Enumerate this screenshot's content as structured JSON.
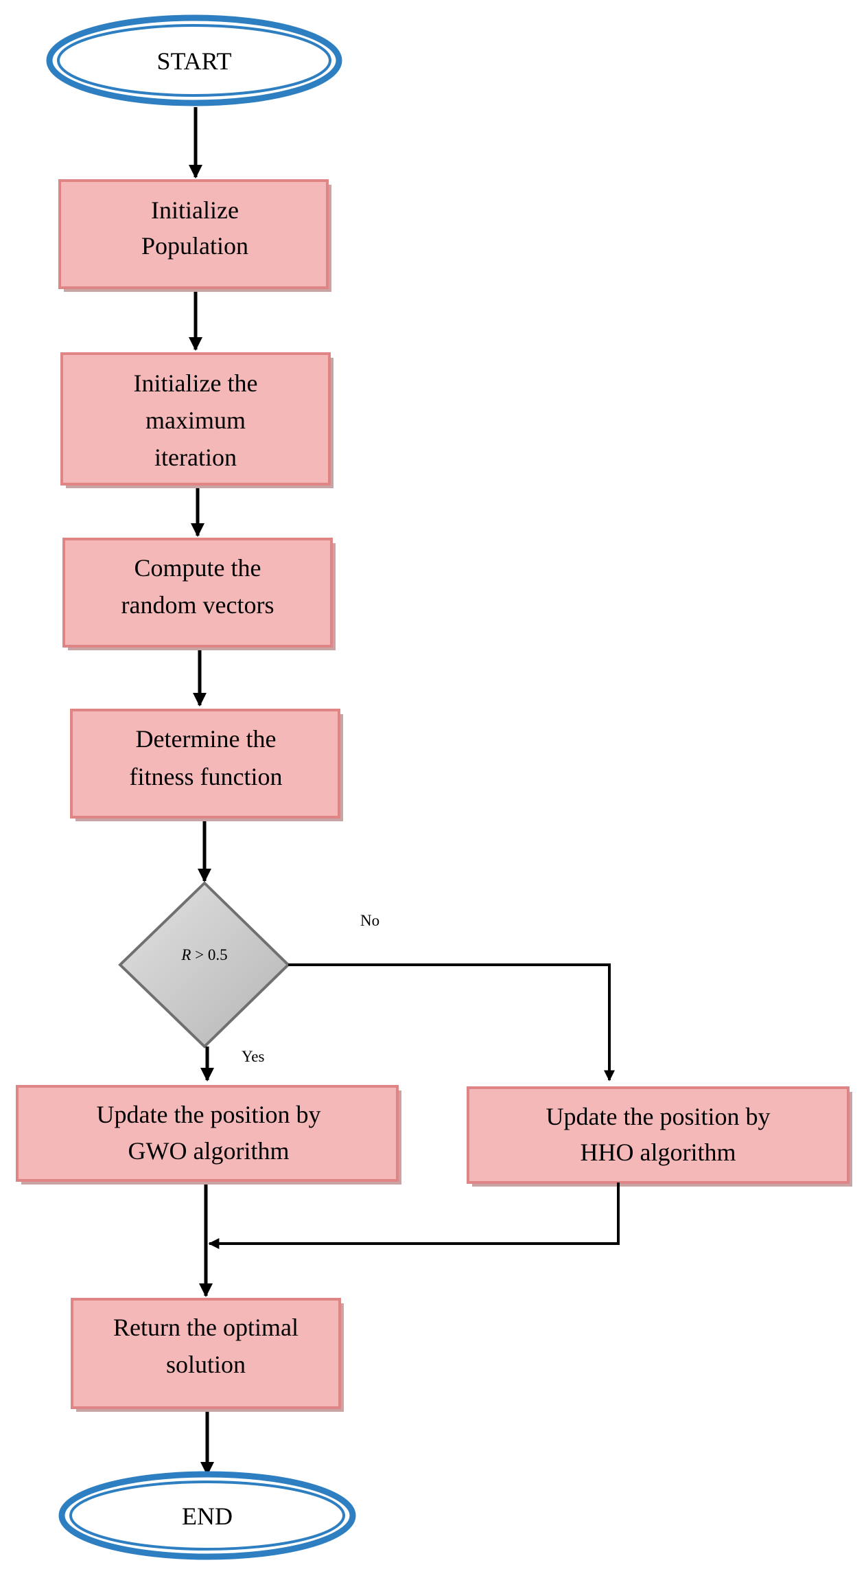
{
  "flowchart": {
    "start_label": "START",
    "end_label": "END",
    "steps": {
      "init_population": [
        "Initialize",
        "Population"
      ],
      "init_max_iter": [
        "Initialize the",
        "maximum",
        "iteration"
      ],
      "compute_random": [
        "Compute the",
        "random vectors"
      ],
      "fitness": [
        "Determine the",
        "fitness function"
      ],
      "gwo_update": [
        "Update the position by",
        "GWO algorithm"
      ],
      "hho_update": [
        "Update the position by",
        "HHO algorithm"
      ],
      "return_optimal": [
        "Return the optimal",
        "solution"
      ]
    },
    "decision": {
      "var": "R",
      "rest": " > 0.5",
      "yes_label": "Yes",
      "no_label": "No"
    }
  },
  "colors": {
    "box_fill": "#f5b8b8",
    "box_border": "#e08585",
    "box_shadow": "#c9a4a4",
    "terminal_ring": "#2e7fc1",
    "decision_fill": "#c8c8c8",
    "decision_border": "#707070",
    "arrow": "#000000"
  }
}
